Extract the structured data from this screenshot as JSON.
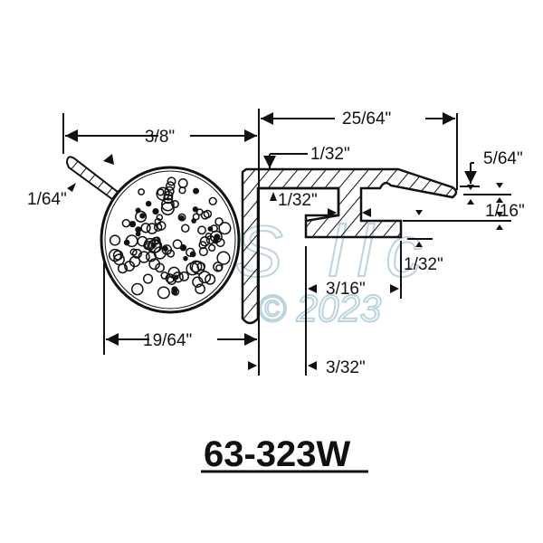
{
  "part_number": "63-323W",
  "watermark": {
    "text": "© 2023",
    "color": "#9fc3cf"
  },
  "dimensions": {
    "overall_bulb": "3/8\"",
    "overall_top": "25/64\"",
    "top_wall": "1/32\"",
    "lip_thickness": "5/64\"",
    "fin_thickness": "1/64\"",
    "inner_wall": "1/32\"",
    "step_height": "1/16\"",
    "lower_wall": "1/32\"",
    "lower_flange": "3/16\"",
    "bulb_width": "19/64\"",
    "leg_offset": "3/32\""
  }
}
